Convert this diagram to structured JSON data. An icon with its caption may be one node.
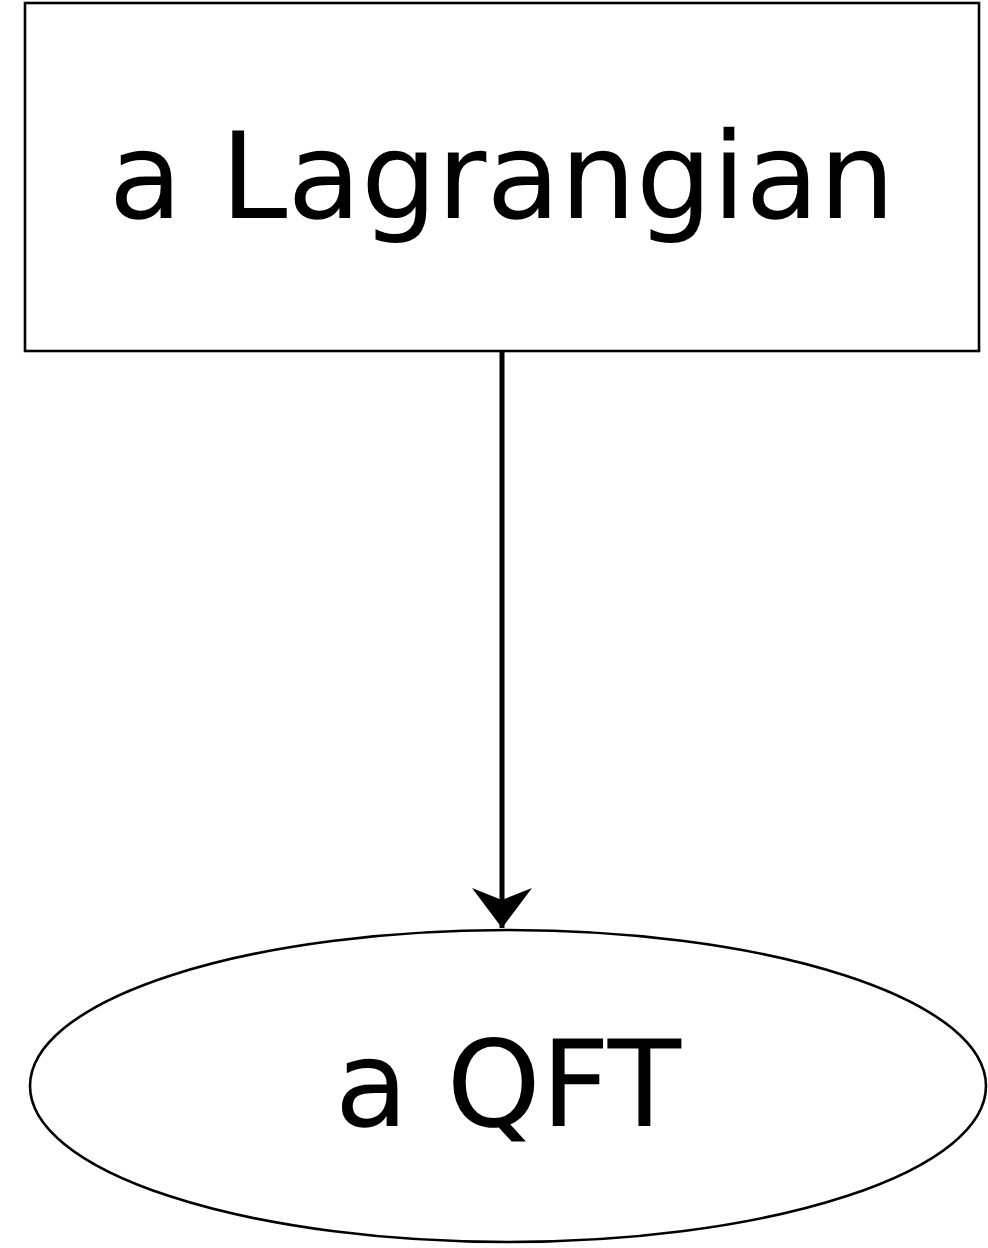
{
  "diagram": {
    "nodes": [
      {
        "text": [
          "a Lagrangian"
        ]
      },
      {
        "text": [
          "a QFT"
        ]
      }
    ],
    "edges": [
      {
        "from": 0,
        "to": 1,
        "arrow": "to"
      }
    ]
  }
}
